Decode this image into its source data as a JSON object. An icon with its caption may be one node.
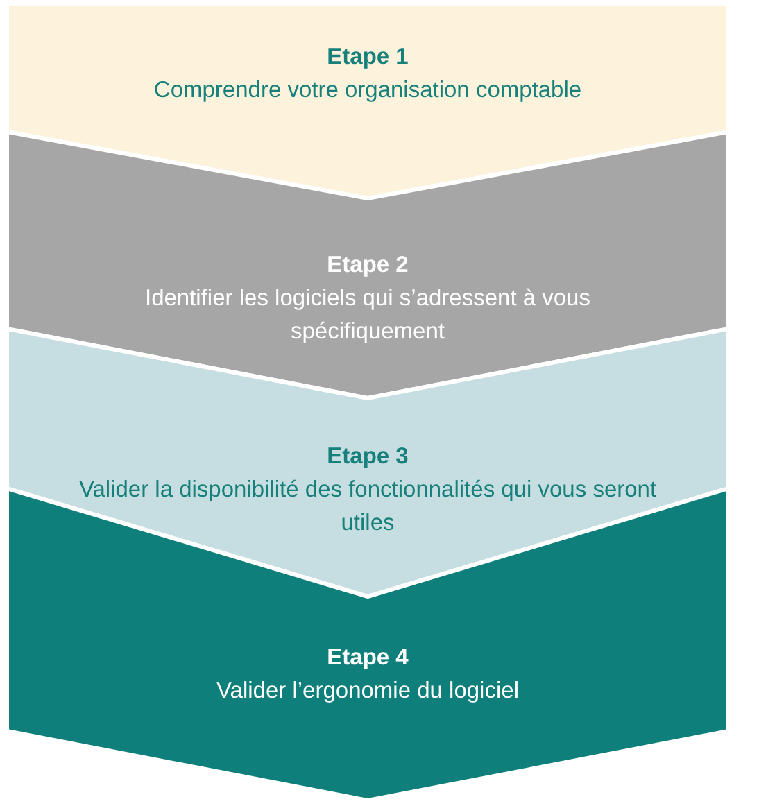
{
  "diagram": {
    "nodes": [
      {
        "text": [
          "Etape 1",
          "Comprendre votre organisation comptable"
        ]
      },
      {
        "text": [
          "Etape 2",
          "Identifier les logiciels qui s’adressent à vous spécifiquement"
        ]
      },
      {
        "text": [
          "Etape 3",
          "Valider la disponibilité des fonctionnalités qui vous seront utiles"
        ]
      },
      {
        "text": [
          "Etape 4",
          "Valider l’ergonomie du logiciel"
        ]
      }
    ]
  }
}
